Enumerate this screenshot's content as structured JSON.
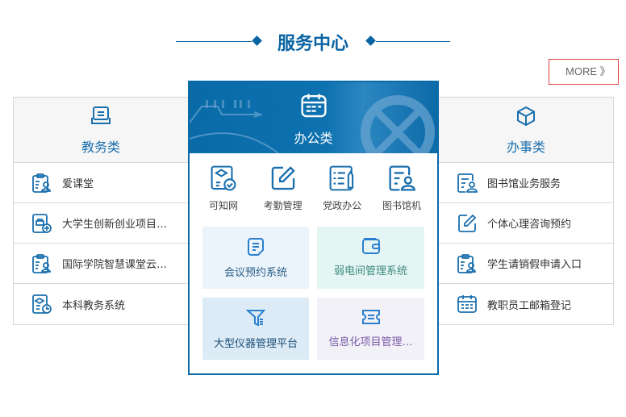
{
  "title": "服务中心",
  "more": "MORE 》",
  "left": {
    "title": "教务类",
    "items": [
      {
        "label": "爱课堂",
        "icon": "clipboard-user-icon"
      },
      {
        "label": "大学生创新创业项目…",
        "icon": "document-plus-icon"
      },
      {
        "label": "国际学院智慧课堂云…",
        "icon": "clipboard-user-icon"
      },
      {
        "label": "本科教务系统",
        "icon": "document-clock-icon"
      }
    ]
  },
  "center": {
    "title": "办公类",
    "icons": [
      {
        "label": "可知网",
        "icon": "graduation-check-icon"
      },
      {
        "label": "考勤管理",
        "icon": "edit-icon"
      },
      {
        "label": "党政办公",
        "icon": "document-pen-icon"
      },
      {
        "label": "图书馆机",
        "icon": "document-user-icon"
      }
    ],
    "tiles": [
      {
        "label": "会议预约系统",
        "bg": "#ebf3fb",
        "color": "#2a5f86"
      },
      {
        "label": "弱电间管理系统",
        "bg": "#e4f5f3",
        "color": "#3d8a7d"
      },
      {
        "label": "大型仪器管理平台",
        "bg": "#dcebf5",
        "color": "#1d4f7a"
      },
      {
        "label": "信息化项目管理…",
        "bg": "#f1f1f7",
        "color": "#7b5ca8"
      }
    ]
  },
  "right": {
    "title": "办事类",
    "items": [
      {
        "label": "图书馆业务服务",
        "icon": "document-user-icon"
      },
      {
        "label": "个体心理咨询预约",
        "icon": "edit-icon"
      },
      {
        "label": "学生请销假申请入口",
        "icon": "clipboard-user-icon"
      },
      {
        "label": "教职员工邮箱登记",
        "icon": "calendar-icon"
      }
    ]
  },
  "colors": {
    "accent": "#0a6aa8",
    "more_border": "#e04040"
  }
}
